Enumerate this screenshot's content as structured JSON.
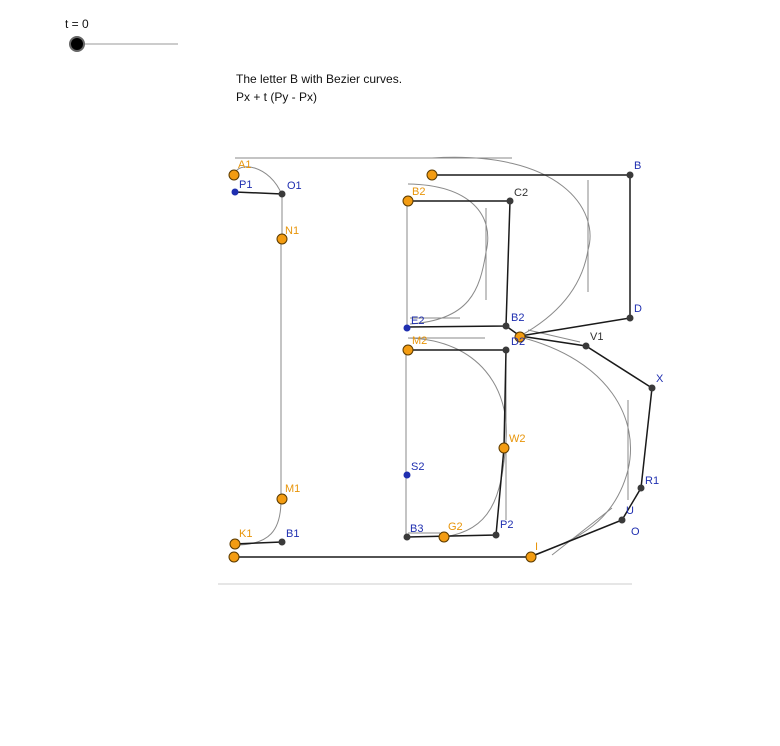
{
  "slider": {
    "label": "t = 0"
  },
  "captions": {
    "title": "The letter B with Bezier curves.",
    "formula": "Px + t (Py - Px)"
  },
  "colors": {
    "orange_point": "#f39c12",
    "dark_point": "#3a3a3a",
    "blue_point": "#1f2fb0",
    "label_blue": "#1f2fb0",
    "label_orange": "#e8950a",
    "line": "#1a1a1a",
    "curve": "#777777"
  },
  "point_labels": {
    "A1": "A1",
    "P1": "P1",
    "O1": "O1",
    "N1": "N1",
    "M1": "M1",
    "B1": "B1",
    "K1": "K1",
    "B": "B",
    "D": "D",
    "C2": "C2",
    "B2_top": "B2",
    "E2": "E2",
    "D2": "D2",
    "M2": "M2",
    "S2": "S2",
    "B3": "B3",
    "G2": "G2",
    "P2": "P2",
    "W2": "W2",
    "V1": "V1",
    "X": "X",
    "R1": "R1",
    "U": "U",
    "O": "O",
    "I": "I"
  }
}
